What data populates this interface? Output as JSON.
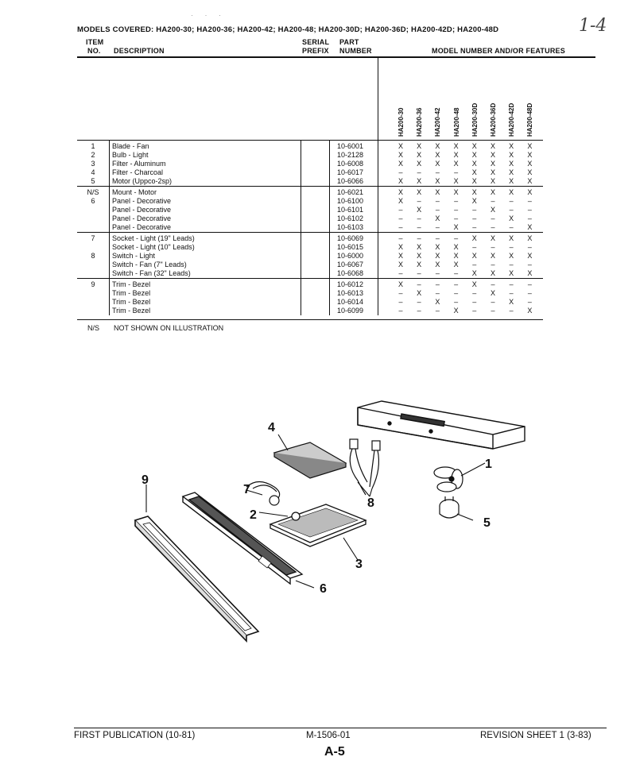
{
  "handwritten_note": "1-4",
  "title": "MODELS COVERED: HA200-30; HA200-36; HA200-42; HA200-48; HA200-30D; HA200-36D; HA200-42D; HA200-48D",
  "headers": {
    "item_line1": "ITEM",
    "item_line2": "NO.",
    "description": "DESCRIPTION",
    "serial_line1": "SERIAL",
    "serial_line2": "PREFIX",
    "part_line1": "PART",
    "part_line2": "NUMBER",
    "models": "MODEL NUMBER AND/OR FEATURES"
  },
  "model_columns": [
    "HA200-30",
    "HA200-36",
    "HA200-42",
    "HA200-48",
    "HA200-30D",
    "HA200-36D",
    "HA200-42D",
    "HA200-48D"
  ],
  "groups": [
    {
      "rows": [
        {
          "item": "1",
          "desc": "Blade - Fan",
          "part": "10-6001",
          "marks": [
            "X",
            "X",
            "X",
            "X",
            "X",
            "X",
            "X",
            "X"
          ]
        },
        {
          "item": "2",
          "desc": "Bulb - Light",
          "part": "10-2128",
          "marks": [
            "X",
            "X",
            "X",
            "X",
            "X",
            "X",
            "X",
            "X"
          ]
        },
        {
          "item": "3",
          "desc": "Filter - Aluminum",
          "part": "10-6008",
          "marks": [
            "X",
            "X",
            "X",
            "X",
            "X",
            "X",
            "X",
            "X"
          ]
        },
        {
          "item": "4",
          "desc": "Filter - Charcoal",
          "part": "10-6017",
          "marks": [
            "–",
            "–",
            "–",
            "–",
            "X",
            "X",
            "X",
            "X"
          ]
        },
        {
          "item": "5",
          "desc": "Motor (Uppco-2sp)",
          "part": "10-6066",
          "marks": [
            "X",
            "X",
            "X",
            "X",
            "X",
            "X",
            "X",
            "X"
          ]
        }
      ]
    },
    {
      "rows": [
        {
          "item": "N/S",
          "desc": "Mount - Motor",
          "part": "10-6021",
          "marks": [
            "X",
            "X",
            "X",
            "X",
            "X",
            "X",
            "X",
            "X"
          ]
        },
        {
          "item": "6",
          "desc": "Panel - Decorative",
          "part": "10-6100",
          "marks": [
            "X",
            "–",
            "–",
            "–",
            "X",
            "–",
            "–",
            "–"
          ]
        },
        {
          "item": "",
          "desc": "Panel - Decorative",
          "part": "10-6101",
          "marks": [
            "–",
            "X",
            "–",
            "–",
            "–",
            "X",
            "–",
            "–"
          ]
        },
        {
          "item": "",
          "desc": "Panel - Decorative",
          "part": "10-6102",
          "marks": [
            "–",
            "–",
            "X",
            "–",
            "–",
            "–",
            "X",
            "–"
          ]
        },
        {
          "item": "",
          "desc": "Panel - Decorative",
          "part": "10-6103",
          "marks": [
            "–",
            "–",
            "–",
            "X",
            "–",
            "–",
            "–",
            "X"
          ]
        }
      ]
    },
    {
      "rows": [
        {
          "item": "7",
          "desc": "Socket - Light (19\" Leads)",
          "part": "10-6069",
          "marks": [
            "–",
            "–",
            "–",
            "–",
            "X",
            "X",
            "X",
            "X"
          ]
        },
        {
          "item": "",
          "desc": "Socket - Light (10\" Leads)",
          "part": "10-6015",
          "marks": [
            "X",
            "X",
            "X",
            "X",
            "–",
            "–",
            "–",
            "–"
          ]
        },
        {
          "item": "8",
          "desc": "Switch - Light",
          "part": "10-6000",
          "marks": [
            "X",
            "X",
            "X",
            "X",
            "X",
            "X",
            "X",
            "X"
          ]
        },
        {
          "item": "",
          "desc": "Switch - Fan (7\" Leads)",
          "part": "10-6067",
          "marks": [
            "X",
            "X",
            "X",
            "X",
            "–",
            "–",
            "–",
            "–"
          ]
        },
        {
          "item": "",
          "desc": "Switch - Fan (32\" Leads)",
          "part": "10-6068",
          "marks": [
            "–",
            "–",
            "–",
            "–",
            "X",
            "X",
            "X",
            "X"
          ]
        }
      ]
    },
    {
      "rows": [
        {
          "item": "9",
          "desc": "Trim - Bezel",
          "part": "10-6012",
          "marks": [
            "X",
            "–",
            "–",
            "–",
            "X",
            "–",
            "–",
            "–"
          ]
        },
        {
          "item": "",
          "desc": "Trim - Bezel",
          "part": "10-6013",
          "marks": [
            "–",
            "X",
            "–",
            "–",
            "–",
            "X",
            "–",
            "–"
          ]
        },
        {
          "item": "",
          "desc": "Trim - Bezel",
          "part": "10-6014",
          "marks": [
            "–",
            "–",
            "X",
            "–",
            "–",
            "–",
            "X",
            "–"
          ]
        },
        {
          "item": "",
          "desc": "Trim - Bezel",
          "part": "10-6099",
          "marks": [
            "–",
            "–",
            "–",
            "X",
            "–",
            "–",
            "–",
            "X"
          ]
        }
      ]
    }
  ],
  "footnote": {
    "code": "N/S",
    "text": "NOT SHOWN ON ILLUSTRATION"
  },
  "callouts": [
    "1",
    "2",
    "3",
    "4",
    "5",
    "6",
    "7",
    "8",
    "9"
  ],
  "footer": {
    "left": "FIRST PUBLICATION (10-81)",
    "center": "M-1506-01",
    "right": "REVISION SHEET 1 (3-83)",
    "page": "A-5"
  }
}
